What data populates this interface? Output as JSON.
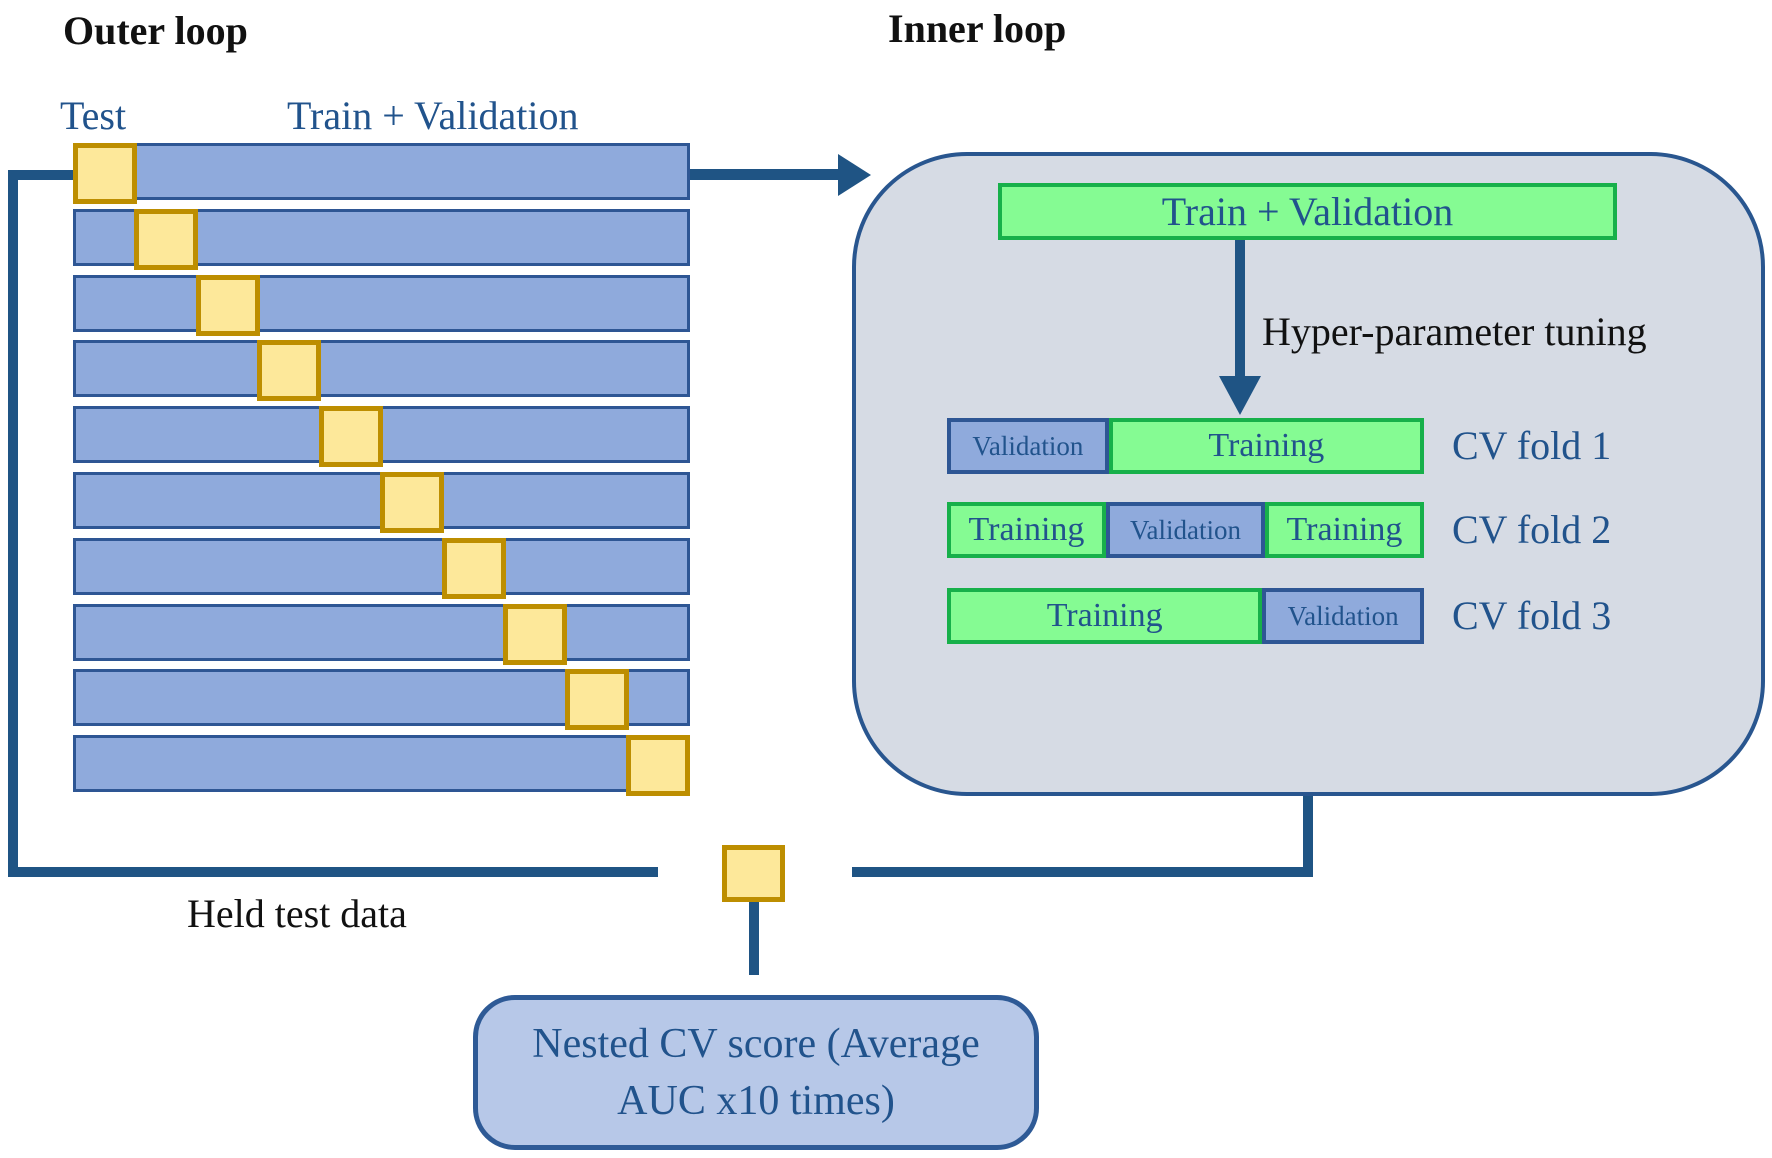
{
  "titles": {
    "outer": "Outer loop",
    "inner": "Inner loop"
  },
  "outer_loop": {
    "test_label": "Test",
    "train_validation_label": "Train + Validation",
    "num_folds": 10,
    "held_test_label": "Held test data"
  },
  "inner_loop": {
    "top_bar_label": "Train + Validation",
    "tuning_label": "Hyper-parameter tuning",
    "folds": [
      {
        "label": "CV fold 1",
        "segments": [
          {
            "type": "validation",
            "text": "Validation",
            "flex": 1
          },
          {
            "type": "training",
            "text": "Training",
            "flex": 2
          }
        ]
      },
      {
        "label": "CV fold 2",
        "segments": [
          {
            "type": "training",
            "text": "Training",
            "flex": 1
          },
          {
            "type": "validation",
            "text": "Validation",
            "flex": 1
          },
          {
            "type": "training",
            "text": "Training",
            "flex": 1
          }
        ]
      },
      {
        "label": "CV fold 3",
        "segments": [
          {
            "type": "training",
            "text": "Training",
            "flex": 2
          },
          {
            "type": "validation",
            "text": "Validation",
            "flex": 1
          }
        ]
      }
    ]
  },
  "output_box": {
    "line1": "Nested CV score (Average",
    "line2": "AUC x10 times)"
  },
  "colors": {
    "bar_fill": "#8faadc",
    "bar_border": "#2e5694",
    "square_fill": "#fde89a",
    "square_border": "#bd8e00",
    "line": "#1f5484",
    "inner_box_fill": "#d6dbe4",
    "inner_box_border": "#29568f",
    "green_fill": "#85fb93",
    "green_border": "#17b04a",
    "validation_fill": "#8faadc",
    "validation_border": "#2e5694",
    "output_box_fill": "#b7c8e8",
    "output_box_border": "#2e5a96",
    "text_blue": "#21538c",
    "text_black": "#111111"
  }
}
